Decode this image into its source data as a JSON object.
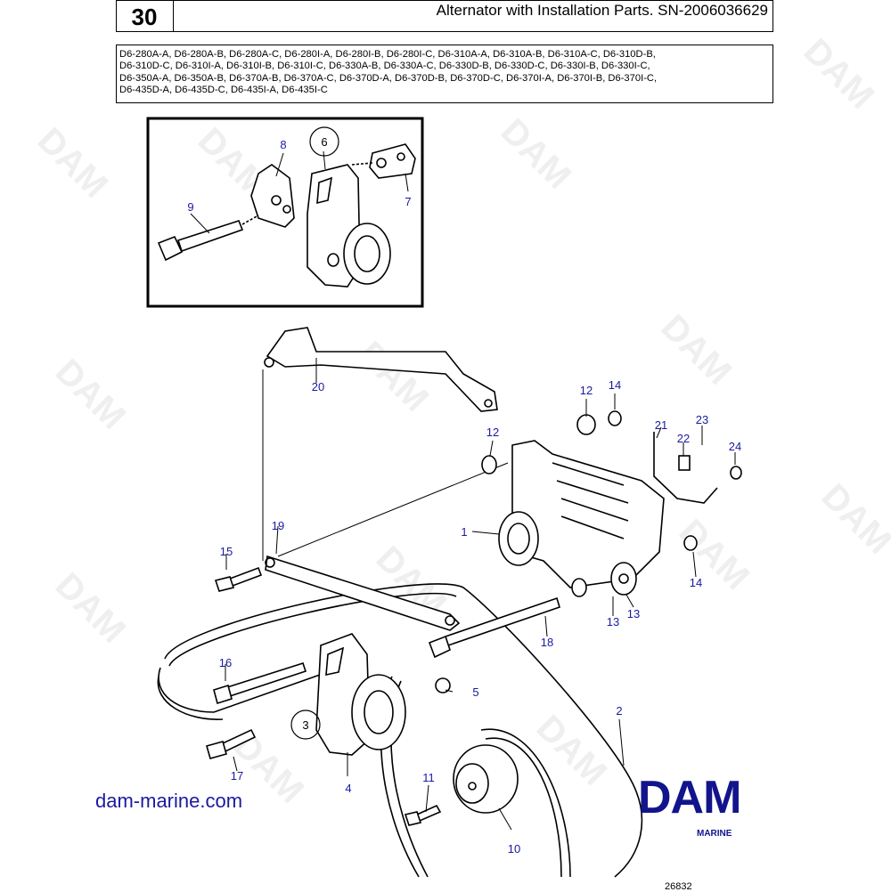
{
  "header": {
    "page_number": "30",
    "title": "Alternator with Installation Parts. SN-2006036629"
  },
  "models": [
    "D6-280A-A, D6-280A-B, D6-280A-C, D6-280I-A, D6-280I-B, D6-280I-C, D6-310A-A, D6-310A-B, D6-310A-C, D6-310D-B,",
    "D6-310D-C, D6-310I-A, D6-310I-B, D6-310I-C, D6-330A-B, D6-330A-C, D6-330D-B, D6-330D-C, D6-330I-B, D6-330I-C,",
    "D6-350A-A, D6-350A-B, D6-370A-B, D6-370A-C, D6-370D-A, D6-370D-B, D6-370D-C, D6-370I-A, D6-370I-B, D6-370I-C,",
    "D6-435D-A, D6-435D-C, D6-435I-A, D6-435I-C"
  ],
  "callouts": {
    "c1": "1",
    "c2": "2",
    "c3": "3",
    "c4": "4",
    "c5": "5",
    "c6": "6",
    "c7": "7",
    "c8": "8",
    "c9": "9",
    "c10": "10",
    "c11": "11",
    "c12a": "12",
    "c12b": "12",
    "c13a": "13",
    "c13b": "13",
    "c14a": "14",
    "c14b": "14",
    "c15": "15",
    "c16": "16",
    "c17": "17",
    "c18": "18",
    "c19": "19",
    "c20": "20",
    "c21": "21",
    "c22": "22",
    "c23": "23",
    "c24": "24"
  },
  "watermark_text": "DAM",
  "website": "dam-marine.com",
  "logo": {
    "text": "DAM",
    "sub": "MARINE",
    "color": "#12148c"
  },
  "figure_number": "26832",
  "colors": {
    "callout_text": "#1a1aa0",
    "line": "#000000"
  }
}
